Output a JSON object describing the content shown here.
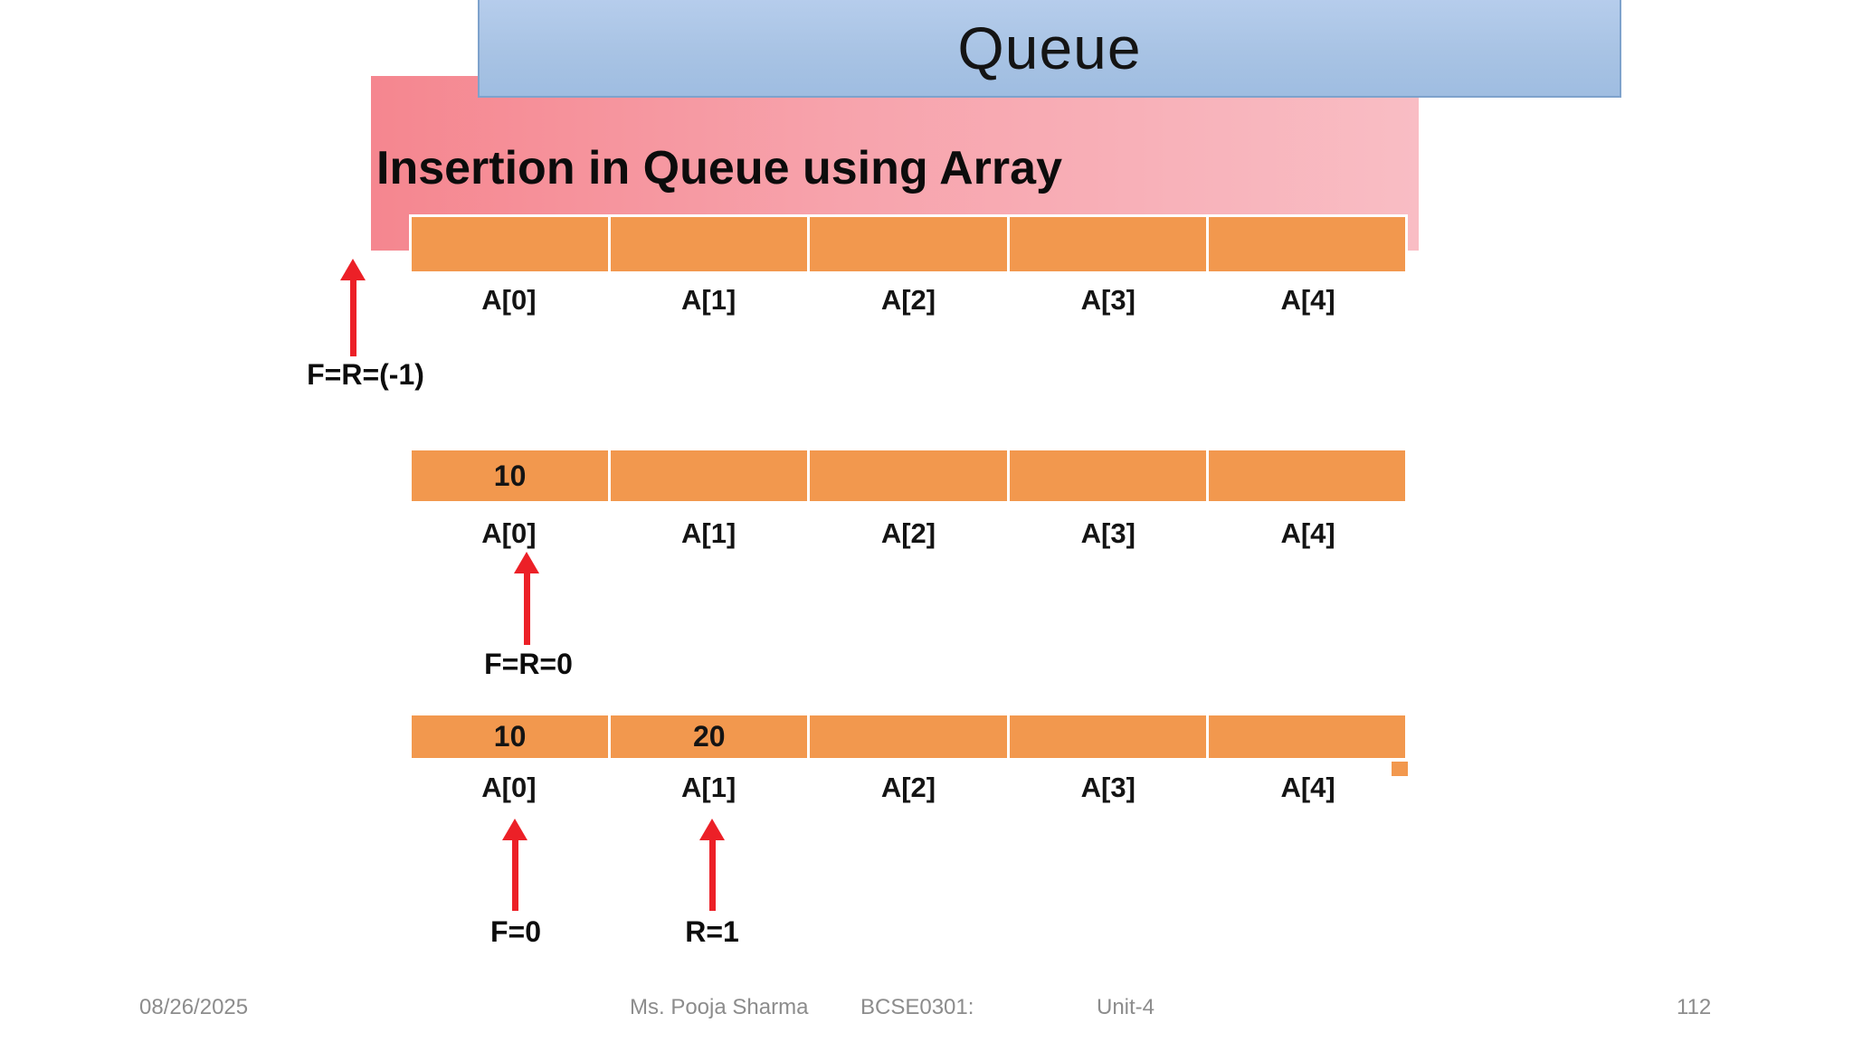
{
  "slide": {
    "title": "Queue",
    "subtitle": "Insertion in Queue using Array",
    "footer": {
      "date": "08/26/2025",
      "author": "Ms. Pooja Sharma",
      "course": "BCSE0301:",
      "unit": "Unit-4",
      "page": "112"
    },
    "colors": {
      "title_fill": "#a8c3e4",
      "title_border": "#7ea2cc",
      "subtitle_gradient_left": "#f5868f",
      "subtitle_gradient_right": "#f9bdc4",
      "cell_fill": "#f2984e",
      "arrow_red": "#ec2027",
      "footer_text": "#8c8c8c",
      "text": "#141414"
    }
  },
  "arrays": [
    {
      "cells": [
        "",
        "",
        "",
        "",
        ""
      ],
      "labels": [
        "A[0]",
        "A[1]",
        "A[2]",
        "A[3]",
        "A[4]"
      ],
      "pointers": [
        {
          "label": "F=R=(-1)"
        }
      ]
    },
    {
      "cells": [
        "10",
        "",
        "",
        "",
        ""
      ],
      "labels": [
        "A[0]",
        "A[1]",
        "A[2]",
        "A[3]",
        "A[4]"
      ],
      "pointers": [
        {
          "label": "F=R=0"
        }
      ]
    },
    {
      "cells": [
        "10",
        "20",
        "",
        "",
        ""
      ],
      "labels": [
        "A[0]",
        "A[1]",
        "A[2]",
        "A[3]",
        "A[4]"
      ],
      "pointers": [
        {
          "label": "F=0"
        },
        {
          "label": "R=1"
        }
      ]
    }
  ]
}
